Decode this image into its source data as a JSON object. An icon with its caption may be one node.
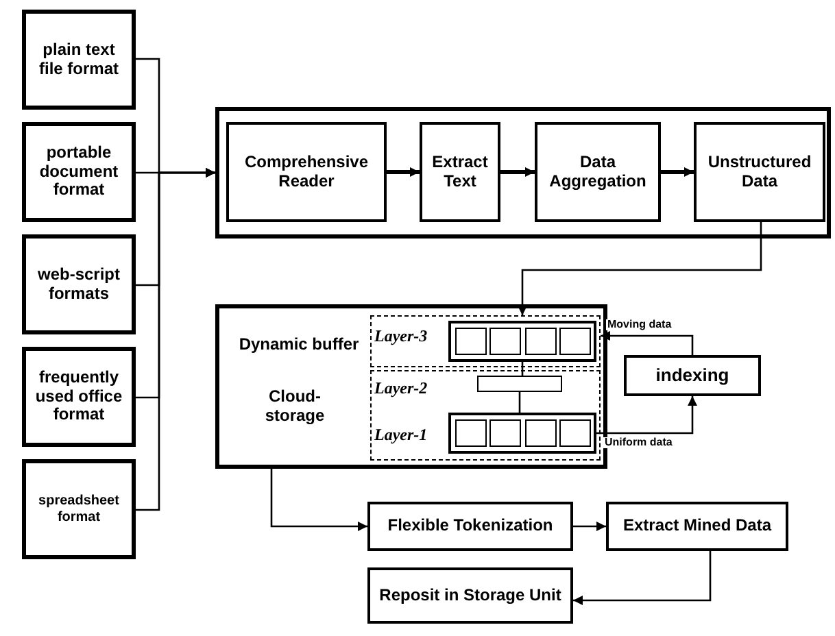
{
  "diagram": {
    "nodes": [
      {
        "text": [
          "plain text file format"
        ]
      },
      {
        "text": [
          "portable document format"
        ]
      },
      {
        "text": [
          "web-script formats"
        ]
      },
      {
        "text": [
          "frequently used office format"
        ]
      },
      {
        "text": [
          "spreadsheet format"
        ]
      },
      {
        "text": [],
        "shape": "box"
      },
      {
        "text": [
          "Comprehensive Reader"
        ],
        "in": 5
      },
      {
        "text": [
          "Extract Text"
        ],
        "in": 5
      },
      {
        "text": [
          "Data Aggregation"
        ],
        "in": 5
      },
      {
        "text": [
          "Unstructured Data"
        ],
        "in": 5
      },
      {
        "text": [
          "Dynamic buffer",
          "Cloud-storage"
        ]
      },
      {
        "text": [
          "Layer-3"
        ],
        "in": 10
      },
      {
        "text": [],
        "shape": "box",
        "in": 11
      },
      {
        "text": [
          "Layer-2",
          "Layer-1"
        ],
        "in": 10
      },
      {
        "text": [],
        "shape": "box",
        "in": 13
      },
      {
        "text": [],
        "shape": "box",
        "in": 13
      },
      {
        "text": [
          "indexing"
        ]
      },
      {
        "text": [
          "Flexible Tokenization"
        ]
      },
      {
        "text": [
          "Extract Mined Data"
        ]
      },
      {
        "text": [
          "Reposit in Storage Unit"
        ]
      }
    ],
    "edges": [
      {
        "from": 0,
        "to": 5,
        "arrow": "to"
      },
      {
        "from": 1,
        "to": 5,
        "arrow": "to"
      },
      {
        "from": 2,
        "to": 5,
        "arrow": "to"
      },
      {
        "from": 3,
        "to": 5,
        "arrow": "to"
      },
      {
        "from": 4,
        "to": 5,
        "arrow": "to"
      },
      {
        "from": 6,
        "to": 7,
        "arrow": "to",
        "style": "thick"
      },
      {
        "from": 7,
        "to": 8,
        "arrow": "to",
        "style": "thick"
      },
      {
        "from": 8,
        "to": 9,
        "arrow": "to",
        "style": "thick"
      },
      {
        "from": 9,
        "to": 11,
        "arrow": "to"
      },
      {
        "from": 12,
        "to": 14,
        "arrow": "none"
      },
      {
        "from": 14,
        "to": 15,
        "arrow": "none"
      },
      {
        "from": 15,
        "to": 16,
        "label": "Uniform data",
        "arrow": "to"
      },
      {
        "from": 16,
        "to": 11,
        "label": "Moving data",
        "arrow": "to"
      },
      {
        "from": 10,
        "to": 17,
        "arrow": "to"
      },
      {
        "from": 17,
        "to": 18,
        "arrow": "to"
      },
      {
        "from": 18,
        "to": 19,
        "arrow": "to"
      }
    ]
  }
}
